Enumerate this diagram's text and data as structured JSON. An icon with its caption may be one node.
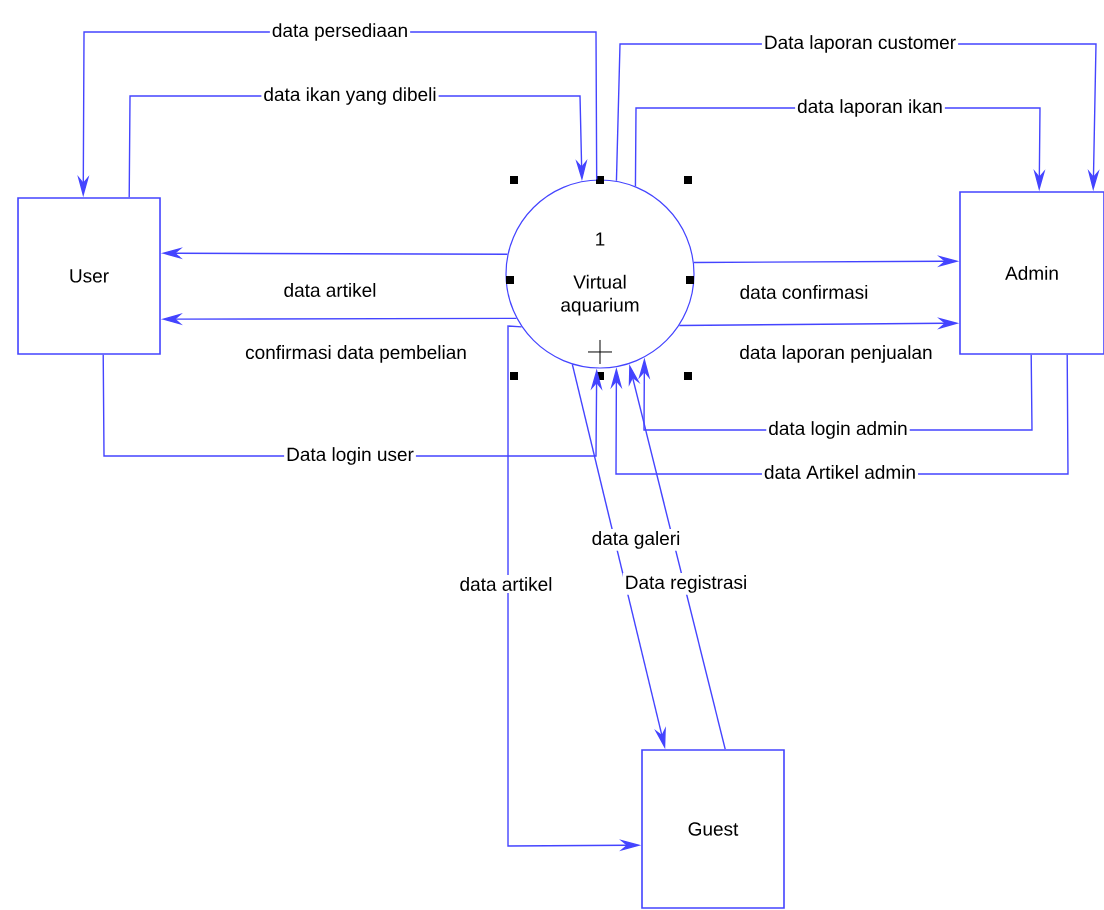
{
  "diagram": {
    "nodes": [
      {
        "text": [
          "User"
        ]
      },
      {
        "text": [
          "1",
          "Virtual aquarium"
        ]
      },
      {
        "text": [
          "Admin"
        ]
      },
      {
        "text": [
          "Guest"
        ]
      }
    ],
    "edges": [
      {
        "from": 1,
        "to": 0,
        "arrow": "to",
        "label": "data persediaan"
      },
      {
        "from": 0,
        "to": 1,
        "arrow": "to",
        "label": "data ikan yang dibeli"
      },
      {
        "from": 1,
        "to": 2,
        "arrow": "to",
        "label": "Data laporan customer"
      },
      {
        "from": 1,
        "to": 2,
        "arrow": "to",
        "label": "data laporan ikan"
      },
      {
        "from": 1,
        "to": 0,
        "arrow": "to",
        "label": "data artikel"
      },
      {
        "from": 1,
        "to": 0,
        "arrow": "to",
        "label": "confirmasi data pembelian"
      },
      {
        "from": 1,
        "to": 2,
        "arrow": "to",
        "label": "data confirmasi"
      },
      {
        "from": 1,
        "to": 2,
        "arrow": "to",
        "label": "data laporan penjualan"
      },
      {
        "from": 2,
        "to": 1,
        "arrow": "to",
        "label": "data login admin"
      },
      {
        "from": 2,
        "to": 1,
        "arrow": "to",
        "label": "data Artikel admin"
      },
      {
        "from": 0,
        "to": 1,
        "arrow": "to",
        "label": "Data login user"
      },
      {
        "from": 1,
        "to": 3,
        "arrow": "to",
        "label": "data artikel"
      },
      {
        "from": 1,
        "to": 3,
        "arrow": "to",
        "label": "data galeri"
      },
      {
        "from": 3,
        "to": 1,
        "arrow": "to",
        "label": "Data registrasi"
      }
    ]
  }
}
